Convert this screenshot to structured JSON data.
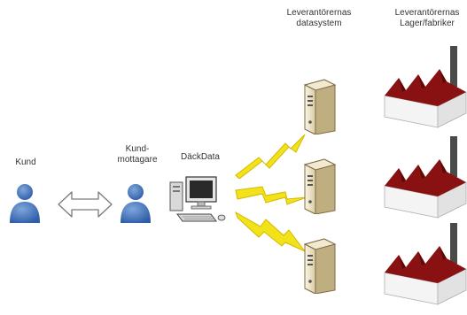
{
  "labels": {
    "customer": "Kund",
    "receiver_line1": "Kund-",
    "receiver_line2": "mottagare",
    "dackdata": "DäckData",
    "systems_line1": "Leverantörernas",
    "systems_line2": "datasystem",
    "factories_line1": "Leverantörernas",
    "factories_line2": "Lager/fabriker"
  },
  "colors": {
    "person_blue": "#3f6fb6",
    "arrow_outline": "#7a7a7a",
    "lightning": "#f2e21a",
    "server_body": "#efe6cc",
    "factory_red": "#8a1111",
    "chimney": "#4a4a4a"
  },
  "icons": {
    "customer": "person-icon",
    "receiver": "person-icon",
    "exchange": "double-arrow-icon",
    "workstation": "desktop-computer-icon",
    "connection": "lightning-bolt-icon",
    "server": "server-tower-icon",
    "factory": "factory-icon"
  }
}
